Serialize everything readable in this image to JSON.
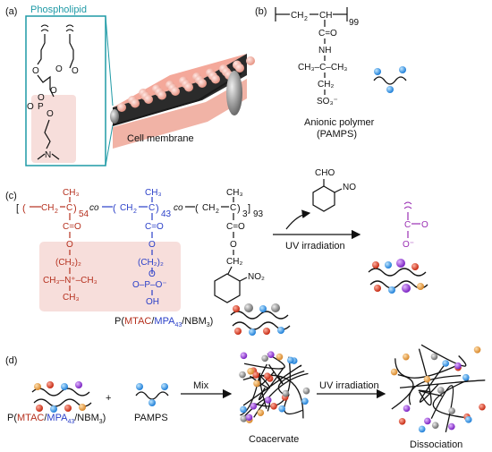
{
  "panels": {
    "a": "(a)",
    "b": "(b)",
    "c": "(c)",
    "d": "(d)"
  },
  "panel_a": {
    "phospholipid": "Phospholipid",
    "cell_membrane": "Cell membrane"
  },
  "panel_b": {
    "repeat": "99",
    "carbonyl": "C=O",
    "nh": "NH",
    "quaternary": "CH₃–C–CH₃",
    "ch2": "CH₂",
    "so3": "SO₃⁻",
    "title_line1": "Anionic polymer",
    "title_line2": "(PAMPS)"
  },
  "panel_c": {
    "co": "co",
    "unit1_repeat": "54",
    "unit2_repeat": "43",
    "unit3_repeat": "3",
    "overall_repeat": "93",
    "ch3": "CH₃",
    "co_carbonyl": "C=O",
    "o": "O",
    "ch2_2": "(CH₂)₂",
    "ammonium": "CH₃–N⁺–CH₃",
    "ch3_bottom": "CH₃",
    "phosphate": "O–P–O⁻",
    "phosphate_o": "O",
    "oh": "OH",
    "ch2": "CH₂",
    "no2": "NO₂",
    "aldehyde": "CHO",
    "nitroso": "NO",
    "uv": "UV irradiation",
    "carboxylate_o": "O",
    "carboxylate_c": "C",
    "carboxylate_ominus": "O⁻",
    "polymer_name_prefix": "P(",
    "polymer_mtac": "MTAC",
    "polymer_sep": "/",
    "polymer_mpa": "MPA",
    "polymer_mpa_sub": "43",
    "polymer_nbm": "/NBM",
    "polymer_nbm_sub": "3",
    "polymer_suffix": ")"
  },
  "panel_d": {
    "polymer_prefix": "P(",
    "polymer_mtac": "MTAC",
    "polymer_sep": "/",
    "polymer_mpa": "MPA",
    "polymer_mpa_sub": "43",
    "polymer_nbm": "/NBM",
    "polymer_nbm_sub": "3",
    "polymer_suffix": ")",
    "plus": "+",
    "pamps": "PAMPS",
    "mix": "Mix",
    "uv": "UV irradiation",
    "coacervate": "Coacervate",
    "dissociation": "Dissociation"
  },
  "colors": {
    "red": "#b5301e",
    "blue": "#2a3fc8",
    "purple": "#9a2fb3",
    "teal": "#1f9aa6",
    "pink_box": "#f7dedb"
  }
}
